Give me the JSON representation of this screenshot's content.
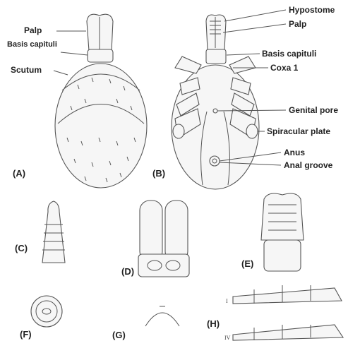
{
  "labels": {
    "palp_a": "Palp",
    "basis_a": "Basis capituli",
    "scutum": "Scutum",
    "hypostome": "Hypostome",
    "palp_b": "Palp",
    "basis_b": "Basis capituli",
    "coxa": "Coxa 1",
    "genital_pore": "Genital pore",
    "spiracular": "Spiracular plate",
    "anus": "Anus",
    "anal_groove": "Anal groove"
  },
  "panels": {
    "a": "(A)",
    "b": "(B)",
    "c": "(C)",
    "d": "(D)",
    "e": "(E)",
    "f": "(F)",
    "g": "(G)",
    "h": "(H)"
  },
  "leg_marks": {
    "upper": "I",
    "lower": "IV"
  }
}
